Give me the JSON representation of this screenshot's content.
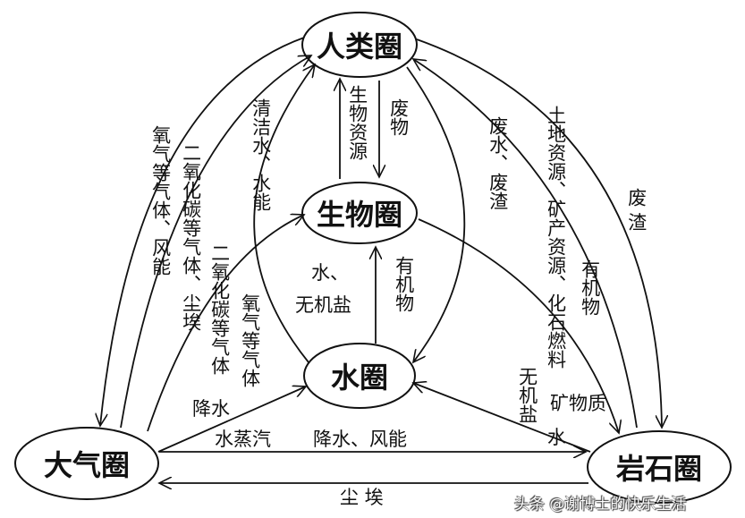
{
  "nodes": {
    "human": "人类圈",
    "bio": "生物圈",
    "water": "水圈",
    "atmo": "大气圈",
    "rock": "岩石圈"
  },
  "flows": {
    "clean_water": "清洁水、水能",
    "co2_dust": "二氧化碳等气体、尘埃",
    "o2_wind": "氧气等气体、风能",
    "co2_bio": "二氧化碳等气体",
    "o2_bio": "氧气等气体",
    "bio_resources": "生物资源",
    "waste": "废物",
    "water_salt_1": "水、",
    "water_salt_2": "无机盐",
    "organic_up": "有机物",
    "wastewater": "废水、废渣",
    "land_resources": "土地资源、矿产资源、化石燃料",
    "waste_residue": "废 渣",
    "organic_rock": "有机物",
    "inorganic_salt": "无机盐",
    "precip": "降水",
    "vapor": "水蒸汽",
    "minerals": "矿物质",
    "water_rock": "水",
    "precip_wind": "降水、风能",
    "dust": "尘 埃"
  },
  "watermark": "头条 @谢博士的快乐生活"
}
